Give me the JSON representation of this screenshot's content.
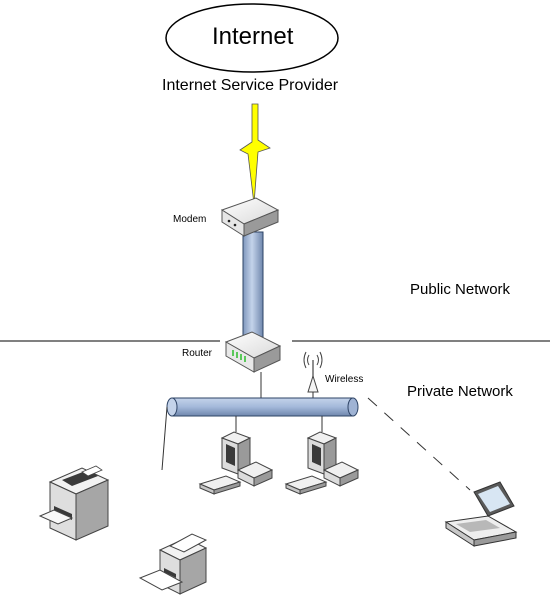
{
  "diagram": {
    "internet_label": "Internet",
    "isp_label": "Internet Service Provider",
    "public_network_label": "Public Network",
    "private_network_label": "Private Network",
    "modem_label": "Modem",
    "router_label": "Router",
    "wireless_label": "Wireless"
  },
  "colors": {
    "pipe": "#a9bddc",
    "pipe_edge": "#2e4466",
    "lightning": "#ffff00",
    "device_light": "#f2f2f2",
    "device_mid": "#c8c8c8",
    "device_dark": "#7f7f7f",
    "screen": "#3a3a3a",
    "laptop_screen": "#d8e6f3"
  },
  "icons": [
    "cloud-icon",
    "lightning-icon",
    "modem-icon",
    "router-icon",
    "antenna-icon",
    "workstation-icon",
    "printer-icon",
    "laptop-icon"
  ]
}
